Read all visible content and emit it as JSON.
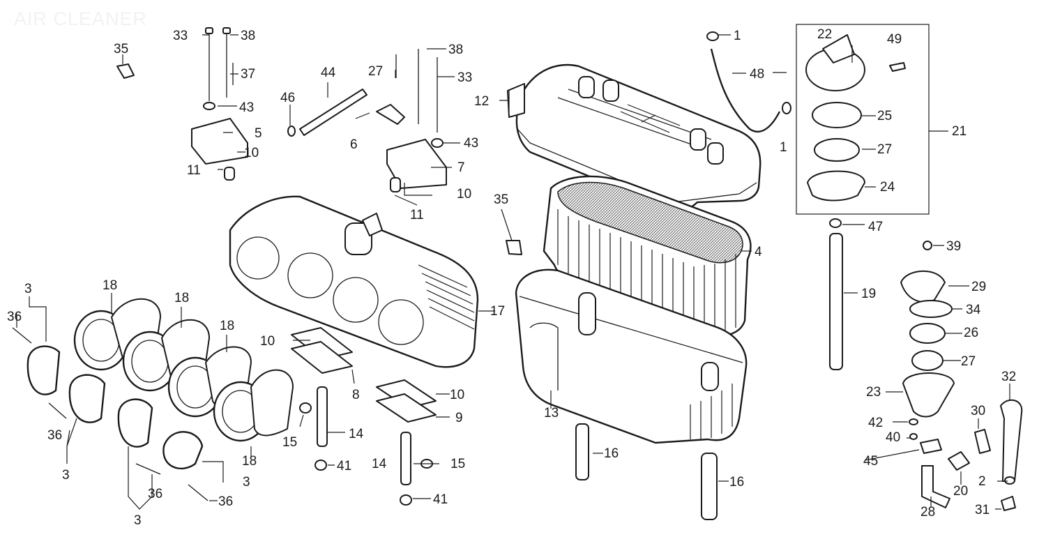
{
  "title": "AIR CLEANER",
  "labels": {
    "l1a": "1",
    "l1b": "1",
    "l2": "2",
    "l3a": "3",
    "l3b": "3",
    "l3c": "3",
    "l3d": "3",
    "l4": "4",
    "l5": "5",
    "l6": "6",
    "l7": "7",
    "l8": "8",
    "l9": "9",
    "l10a": "10",
    "l10b": "10",
    "l10c": "10",
    "l10d": "10",
    "l11a": "11",
    "l11b": "11",
    "l12": "12",
    "l13": "13",
    "l14a": "14",
    "l14b": "14",
    "l15a": "15",
    "l15b": "15",
    "l16a": "16",
    "l16b": "16",
    "l17": "17",
    "l18a": "18",
    "l18b": "18",
    "l18c": "18",
    "l18d": "18",
    "l19": "19",
    "l20": "20",
    "l21": "21",
    "l22": "22",
    "l23": "23",
    "l24": "24",
    "l25": "25",
    "l26": "26",
    "l27a": "27",
    "l27b": "27",
    "l27c": "27",
    "l28": "28",
    "l29": "29",
    "l30": "30",
    "l31": "31",
    "l32": "32",
    "l33a": "33",
    "l33b": "33",
    "l34": "34",
    "l35a": "35",
    "l35b": "35",
    "l36a": "36",
    "l36b": "36",
    "l36c": "36",
    "l36d": "36",
    "l37": "37",
    "l38a": "38",
    "l38b": "38",
    "l39": "39",
    "l40": "40",
    "l41a": "41",
    "l41b": "41",
    "l42": "42",
    "l43a": "43",
    "l43b": "43",
    "l44": "44",
    "l45": "45",
    "l46": "46",
    "l47": "47",
    "l48": "48",
    "l49": "49"
  }
}
